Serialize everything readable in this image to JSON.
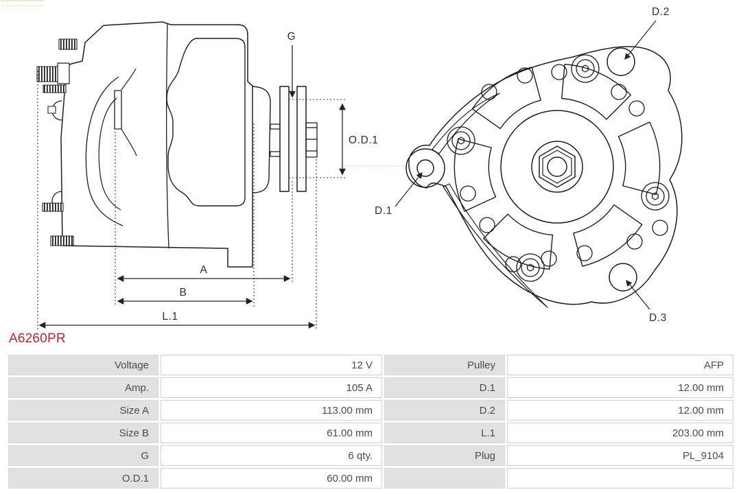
{
  "part_number": "A6260PR",
  "colors": {
    "part_number_red": "#c8232c",
    "table_label_bg": "#e1e1e1",
    "table_border": "#cfcfcf",
    "table_text": "#4b4b4b",
    "drawing_line": "#1c1c1c"
  },
  "diagram": {
    "side_view_labels": {
      "g": "G",
      "od1": "O.D.1",
      "a": "A",
      "b": "B",
      "l1": "L.1"
    },
    "front_view_labels": {
      "d1": "D.1",
      "d2": "D.2",
      "d3": "D.3"
    }
  },
  "spec_table": {
    "rows": [
      {
        "left_label": "Voltage",
        "left_value": "12 V",
        "right_label": "Pulley",
        "right_value": "AFP"
      },
      {
        "left_label": "Amp.",
        "left_value": "105 A",
        "right_label": "D.1",
        "right_value": "12.00 mm"
      },
      {
        "left_label": "Size A",
        "left_value": "113.00 mm",
        "right_label": "D.2",
        "right_value": "12.00 mm"
      },
      {
        "left_label": "Size B",
        "left_value": "61.00 mm",
        "right_label": "L.1",
        "right_value": "203.00 mm"
      },
      {
        "left_label": "G",
        "left_value": "6 qty.",
        "right_label": "Plug",
        "right_value": "PL_9104"
      },
      {
        "left_label": "O.D.1",
        "left_value": "60.00 mm",
        "right_label": "",
        "right_value": ""
      }
    ]
  }
}
